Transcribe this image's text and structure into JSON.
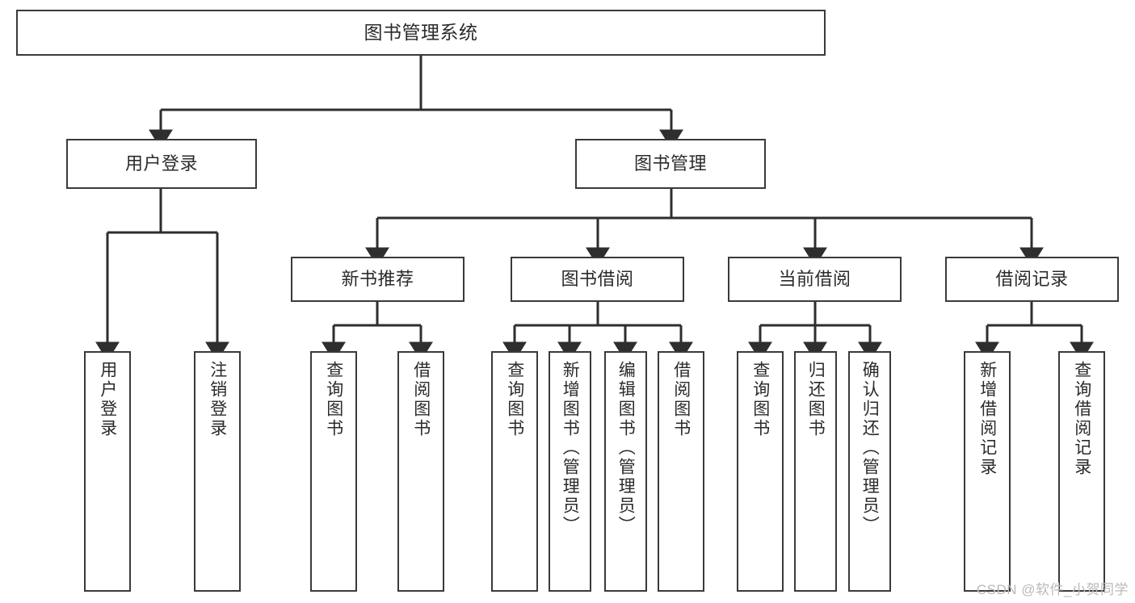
{
  "diagram": {
    "title": "图书管理系统",
    "watermark": "CSDN @软件_小贺同学",
    "colors": {
      "box_border": "#3a3a3a",
      "box_fill": "#ffffff",
      "text": "#2b2b2b",
      "edge": "#2e2e2e",
      "watermark": "#b9b9b9",
      "background": "#ffffff"
    },
    "nodes": {
      "root": {
        "label": "图书管理系统"
      },
      "level1": [
        {
          "label": "用户登录"
        },
        {
          "label": "图书管理"
        }
      ],
      "level2": [
        {
          "label": "新书推荐"
        },
        {
          "label": "图书借阅"
        },
        {
          "label": "当前借阅"
        },
        {
          "label": "借阅记录"
        }
      ],
      "leaves": {
        "user_login": [
          {
            "label": "用户登录"
          },
          {
            "label": "注销登录"
          }
        ],
        "new_book_recommend": [
          {
            "label": "查询图书"
          },
          {
            "label": "借阅图书"
          }
        ],
        "book_borrow": [
          {
            "label": "查询图书"
          },
          {
            "label": "新增图书（管理员）"
          },
          {
            "label": "编辑图书（管理员）"
          },
          {
            "label": "借阅图书"
          }
        ],
        "current_borrow": [
          {
            "label": "查询图书"
          },
          {
            "label": "归还图书"
          },
          {
            "label": "确认归还（管理员）"
          }
        ],
        "borrow_record": [
          {
            "label": "新增借阅记录"
          },
          {
            "label": "查询借阅记录"
          }
        ]
      }
    }
  }
}
